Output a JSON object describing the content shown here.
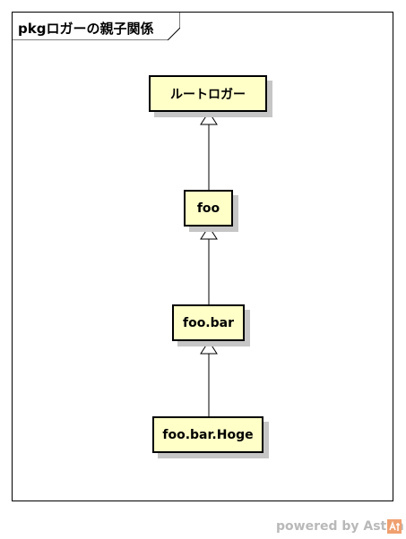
{
  "frame": {
    "title": "pkgロガーの親子関係"
  },
  "nodes": {
    "root": "ルートロガー",
    "foo": "foo",
    "foo_bar": "foo.bar",
    "foo_bar_hoge": "foo.bar.Hoge"
  },
  "watermark": {
    "text": "powered by Astah",
    "logo_color": "#f0a070"
  }
}
